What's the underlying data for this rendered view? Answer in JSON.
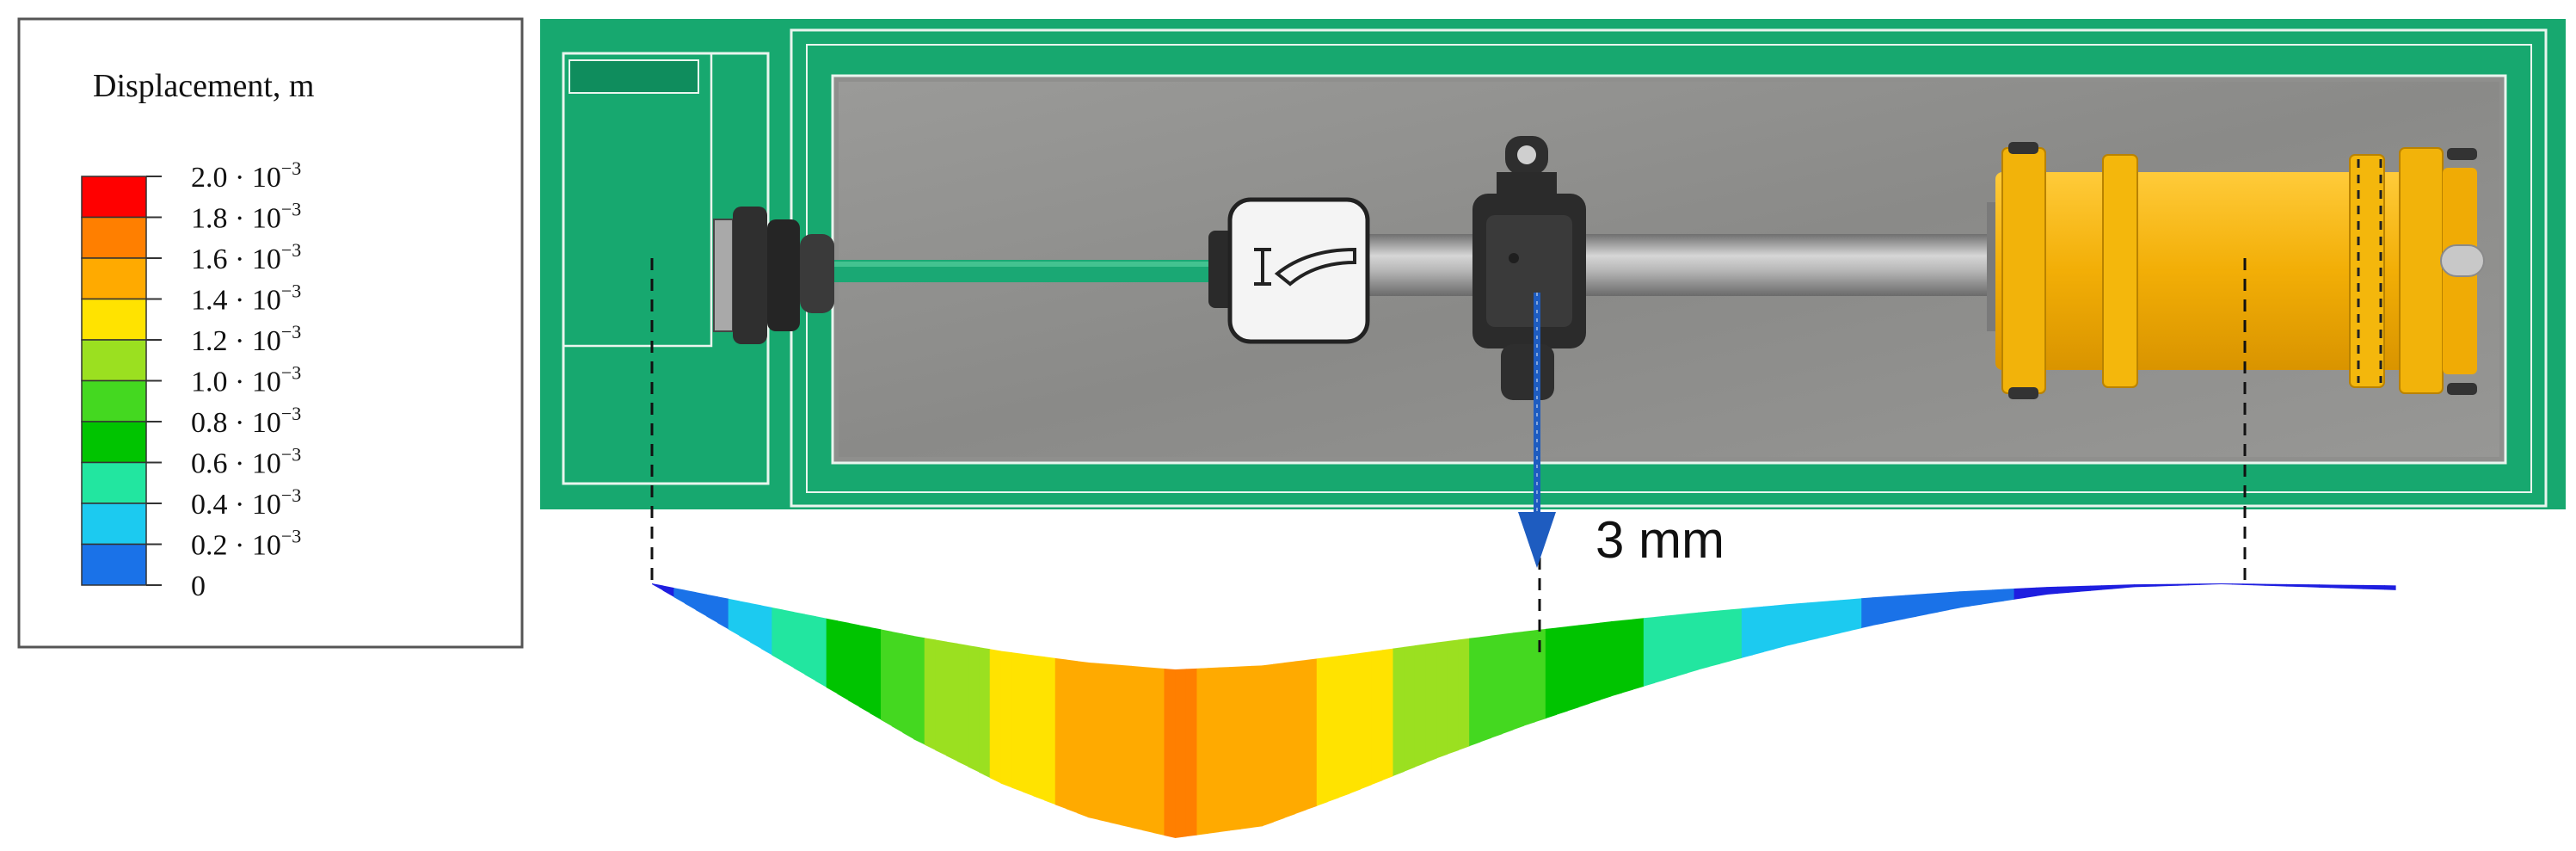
{
  "legend": {
    "title": "Displacement, m",
    "levels": [
      {
        "mantissa": "2.0",
        "exponent": "−3",
        "color": "#ff0000"
      },
      {
        "mantissa": "1.8",
        "exponent": "−3",
        "color": "#ff7f00"
      },
      {
        "mantissa": "1.6",
        "exponent": "−3",
        "color": "#ffaa00"
      },
      {
        "mantissa": "1.4",
        "exponent": "−3",
        "color": "#ffe300"
      },
      {
        "mantissa": "1.2",
        "exponent": "−3",
        "color": "#9be020"
      },
      {
        "mantissa": "1.0",
        "exponent": "−3",
        "color": "#44d820"
      },
      {
        "mantissa": "0.8",
        "exponent": "−3",
        "color": "#00c400"
      },
      {
        "mantissa": "0.6",
        "exponent": "−3",
        "color": "#22e6a0"
      },
      {
        "mantissa": "0.4",
        "exponent": "−3",
        "color": "#1ccaf0"
      },
      {
        "mantissa": "0.2",
        "exponent": "−3",
        "color": "#1a72e8"
      },
      {
        "mantissa": "0",
        "exponent": "",
        "color": "#1e1ee0"
      }
    ],
    "multiply": "·",
    "base": "10"
  },
  "callout": {
    "label": "3 mm",
    "arrow_color": "#1e5cc0"
  },
  "colors": {
    "bench_green": "#17a86f",
    "bench_border": "#e9f5ee",
    "tray_gray": "#8f8f8d",
    "shaft_green": "#1aa874",
    "shaft_steel": "#a5a5a5",
    "housing_dark": "#2b2b2b",
    "motor_yellow": "#f1ae06"
  },
  "deflection_profile": {
    "unit": "m",
    "samples": [
      {
        "t": 0.0,
        "v": 0.0
      },
      {
        "t": 0.05,
        "v": 0.35
      },
      {
        "t": 0.1,
        "v": 0.7
      },
      {
        "t": 0.15,
        "v": 1.05
      },
      {
        "t": 0.2,
        "v": 1.35
      },
      {
        "t": 0.25,
        "v": 1.58
      },
      {
        "t": 0.3,
        "v": 1.72
      },
      {
        "t": 0.35,
        "v": 1.64
      },
      {
        "t": 0.4,
        "v": 1.42
      },
      {
        "t": 0.45,
        "v": 1.18
      },
      {
        "t": 0.5,
        "v": 0.96
      },
      {
        "t": 0.55,
        "v": 0.76
      },
      {
        "t": 0.6,
        "v": 0.58
      },
      {
        "t": 0.65,
        "v": 0.42
      },
      {
        "t": 0.7,
        "v": 0.28
      },
      {
        "t": 0.75,
        "v": 0.16
      },
      {
        "t": 0.8,
        "v": 0.07
      },
      {
        "t": 0.85,
        "v": 0.02
      },
      {
        "t": 0.9,
        "v": 0.0
      },
      {
        "t": 0.95,
        "v": 0.02
      },
      {
        "t": 1.0,
        "v": 0.04
      }
    ]
  }
}
